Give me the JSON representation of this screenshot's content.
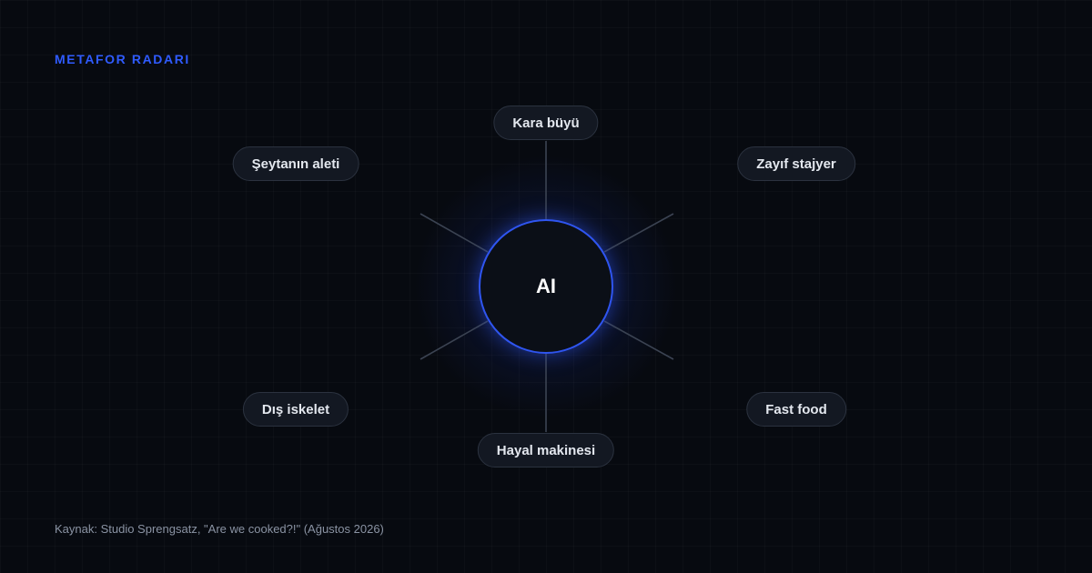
{
  "kicker": "METAFOR RADARI",
  "center": {
    "label": "AI",
    "accent": "#2f55f0"
  },
  "metaphors": [
    {
      "id": "kara-buyu",
      "label": "Kara büyü"
    },
    {
      "id": "zayif-stajyer",
      "label": "Zayıf stajyer"
    },
    {
      "id": "fast-food",
      "label": "Fast food"
    },
    {
      "id": "hayal-makinesi",
      "label": "Hayal makinesi"
    },
    {
      "id": "dis-iskelet",
      "label": "Dış iskelet"
    },
    {
      "id": "seytanin-aleti",
      "label": "Şeytanın aleti"
    }
  ],
  "source": "Kaynak: Studio Sprengsatz, \"Are we cooked?!\" (Ağustos 2026)",
  "colors": {
    "background": "#070a10",
    "accent": "#2f5bff",
    "spoke": "#3b4352",
    "pill_bg": "#131822",
    "pill_border": "#2b323f"
  }
}
